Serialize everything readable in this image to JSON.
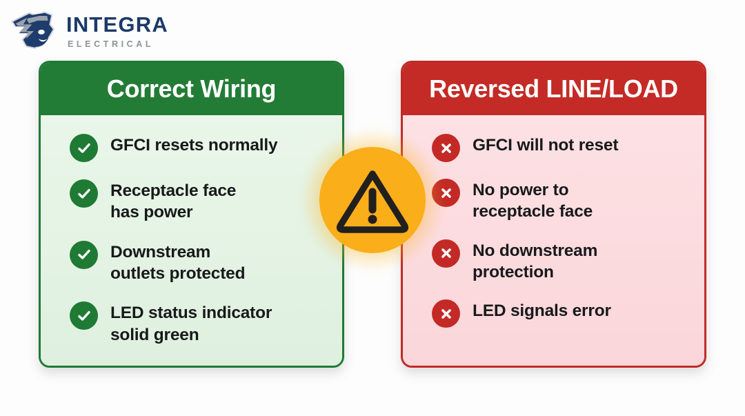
{
  "brand": {
    "logo_icon": "integra-lightning-head-logo",
    "name": "INTEGRA",
    "subtitle": "ELECTRICAL",
    "name_color": "#1B3A68",
    "subtitle_color": "#8D929B"
  },
  "center": {
    "icon": "warning-triangle-icon",
    "badge_color": "#F9AE1A",
    "glyph_color": "#221F1F"
  },
  "cards": [
    {
      "id": "correct-wiring",
      "title": "Correct Wiring",
      "header_color": "#237C36",
      "body_color": "#E4F3E4",
      "border_color": "#1F7A34",
      "marker_icon": "check-circle-icon",
      "marker_color": "#1F7A34",
      "items": [
        "GFCI resets normally",
        "Receptacle face\nhas power",
        "Downstream\noutlets protected",
        "LED status indicator\nsolid green"
      ]
    },
    {
      "id": "reversed-line-load",
      "title": "Reversed LINE/LOAD",
      "header_color": "#C42B26",
      "body_color": "#FBDDE0",
      "border_color": "#BF2B26",
      "marker_icon": "x-circle-icon",
      "marker_color": "#C32A26",
      "items": [
        "GFCI will not reset",
        "No power to\nreceptacle face",
        "No downstream\nprotection",
        "LED signals error"
      ]
    }
  ]
}
